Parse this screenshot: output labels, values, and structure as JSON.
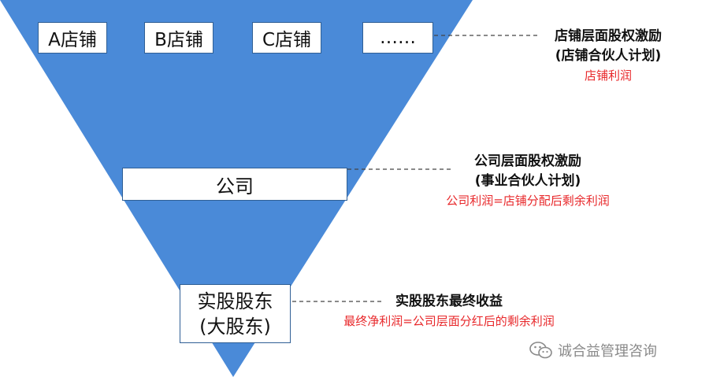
{
  "stores": [
    "A店铺",
    "B店铺",
    "C店铺",
    "……"
  ],
  "company": "公司",
  "shareholder": {
    "line1": "实股股东",
    "line2": "(大股东)"
  },
  "levels": [
    {
      "title": "店铺层面股权激励",
      "subtitle": "(店铺合伙人计划)",
      "note": "店铺利润"
    },
    {
      "title": "公司层面股权激励",
      "subtitle": "(事业合伙人计划)",
      "note": "公司利润=店铺分配后剩余利润"
    },
    {
      "title": "实股股东最终收益",
      "note": "最终净利润=公司层面分红后的剩余利润"
    }
  ],
  "watermark": "诚合益管理咨询",
  "colors": {
    "funnel": "#4a8ad8",
    "note": "#e8282b"
  }
}
